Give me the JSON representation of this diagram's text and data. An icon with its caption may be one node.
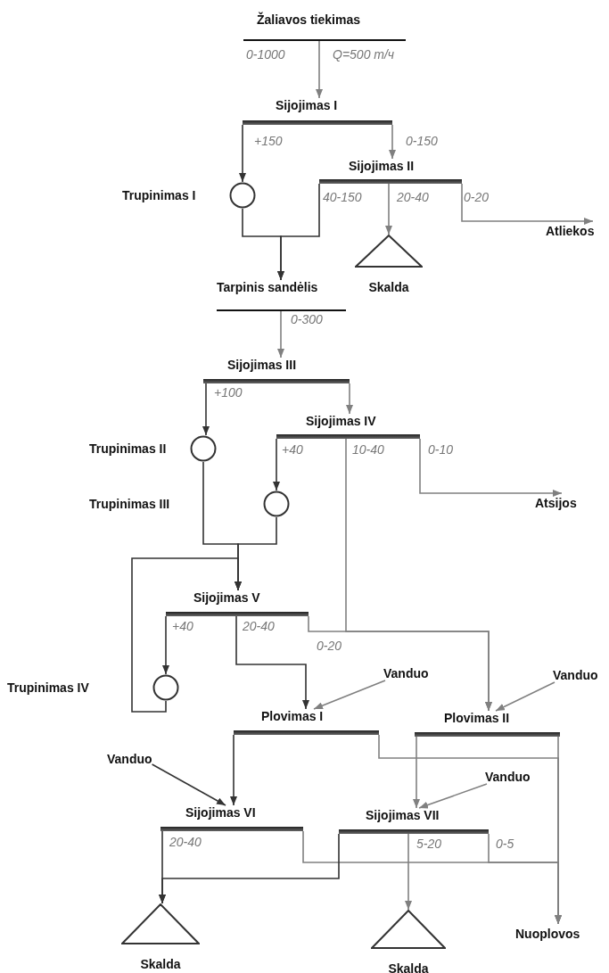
{
  "diagram": {
    "nodes": [
      {
        "text": [],
        "shape": "bar",
        "beside": [
          "Žaliavos tiekimas"
        ]
      },
      {
        "text": [],
        "shape": "bar",
        "beside": [
          "Sijojimas I"
        ]
      },
      {
        "text": [],
        "shape": "circle",
        "beside": [
          "Trupinimas I"
        ]
      },
      {
        "text": [],
        "shape": "bar",
        "beside": [
          "Sijojimas II"
        ]
      },
      {
        "text": [
          "Atliekos"
        ]
      },
      {
        "text": [],
        "shape": "triangle",
        "beside": [
          "Skalda"
        ]
      },
      {
        "text": [],
        "shape": "bar",
        "beside": [
          "Tarpinis sandėlis"
        ]
      },
      {
        "text": [],
        "shape": "bar",
        "beside": [
          "Sijojimas III"
        ]
      },
      {
        "text": [],
        "shape": "bar",
        "beside": [
          "Sijojimas IV"
        ]
      },
      {
        "text": [],
        "shape": "circle",
        "beside": [
          "Trupinimas II"
        ]
      },
      {
        "text": [],
        "shape": "circle"
      },
      {
        "text": [
          "Atsijos"
        ]
      },
      {
        "text": [],
        "shape": "bar",
        "beside": [
          "Sijojimas V"
        ]
      },
      {
        "text": [],
        "shape": "circle"
      },
      {
        "text": [
          "Vanduo"
        ]
      },
      {
        "text": [],
        "shape": "bar",
        "beside": [
          "Plovimas I"
        ]
      },
      {
        "text": [
          "Vanduo"
        ]
      },
      {
        "text": [],
        "shape": "bar",
        "beside": [
          "Plovimas II"
        ]
      },
      {
        "text": [
          "Vanduo"
        ]
      },
      {
        "text": [],
        "shape": "bar",
        "beside": [
          "Sijojimas VI"
        ]
      },
      {
        "text": [
          "Vanduo"
        ]
      },
      {
        "text": [],
        "shape": "bar",
        "beside": [
          "Sijojimas VII"
        ]
      },
      {
        "text": [],
        "shape": "triangle",
        "beside": [
          "Skalda"
        ]
      },
      {
        "text": [],
        "shape": "triangle",
        "beside": [
          "Skalda"
        ]
      },
      {
        "text": [
          "Nuoplovos"
        ]
      }
    ],
    "edges": [
      {
        "from": 0,
        "to": 1,
        "arrow": "to",
        "color": "#808080"
      },
      {
        "from": 1,
        "to": 2,
        "arrow": "to"
      },
      {
        "from": 1,
        "to": 3,
        "arrow": "to",
        "color": "#808080"
      },
      {
        "from": 2,
        "to": 6,
        "arrow": "to"
      },
      {
        "from": 3,
        "to": 6,
        "arrow": "to"
      },
      {
        "from": 3,
        "to": 5,
        "arrow": "to",
        "color": "#808080"
      },
      {
        "from": 3,
        "to": 4,
        "arrow": "to",
        "color": "#808080"
      },
      {
        "from": 6,
        "to": 7,
        "arrow": "to",
        "color": "#808080"
      },
      {
        "from": 7,
        "to": 9,
        "arrow": "to"
      },
      {
        "from": 7,
        "to": 8,
        "arrow": "to",
        "color": "#808080"
      },
      {
        "from": 8,
        "to": 10,
        "arrow": "to"
      },
      {
        "from": 8,
        "to": 11,
        "arrow": "to",
        "color": "#808080"
      },
      {
        "from": 8,
        "to": 17,
        "arrow": "to",
        "color": "#808080"
      },
      {
        "from": 9,
        "to": 12,
        "arrow": "to"
      },
      {
        "from": 10,
        "to": 12,
        "arrow": "to"
      },
      {
        "from": 13,
        "to": 12,
        "arrow": "to"
      },
      {
        "from": 12,
        "to": 13,
        "arrow": "to"
      },
      {
        "from": 12,
        "to": 15,
        "arrow": "to"
      },
      {
        "from": 12,
        "to": 17,
        "arrow": "to",
        "color": "#808080"
      },
      {
        "from": 14,
        "to": 15,
        "arrow": "to",
        "color": "#808080"
      },
      {
        "from": 16,
        "to": 17,
        "arrow": "to",
        "color": "#808080"
      },
      {
        "from": 15,
        "to": 19,
        "arrow": "to"
      },
      {
        "from": 15,
        "to": 24,
        "arrow": "to",
        "color": "#808080"
      },
      {
        "from": 17,
        "to": 21,
        "arrow": "to",
        "color": "#808080"
      },
      {
        "from": 17,
        "to": 24,
        "arrow": "to",
        "color": "#808080"
      },
      {
        "from": 18,
        "to": 19,
        "arrow": "to"
      },
      {
        "from": 20,
        "to": 21,
        "arrow": "to",
        "color": "#808080"
      },
      {
        "from": 19,
        "to": 22,
        "arrow": "to"
      },
      {
        "from": 19,
        "to": 24,
        "arrow": "to",
        "color": "#808080"
      },
      {
        "from": 21,
        "to": 22,
        "arrow": "to"
      },
      {
        "from": 21,
        "to": 23,
        "arrow": "to",
        "color": "#808080"
      },
      {
        "from": 21,
        "to": 24,
        "arrow": "to",
        "color": "#808080"
      }
    ],
    "labels": [
      "0-1000",
      "Q=500 т/ч",
      "+150",
      "0-150",
      "40-150",
      "20-40",
      "0-20",
      "0-300",
      "+100",
      "+40",
      "10-40",
      "0-10",
      "Trupinimas III",
      "+40",
      "20-40",
      "0-20",
      "Trupinimas IV",
      "20-40",
      "5-20",
      "0-5"
    ]
  }
}
